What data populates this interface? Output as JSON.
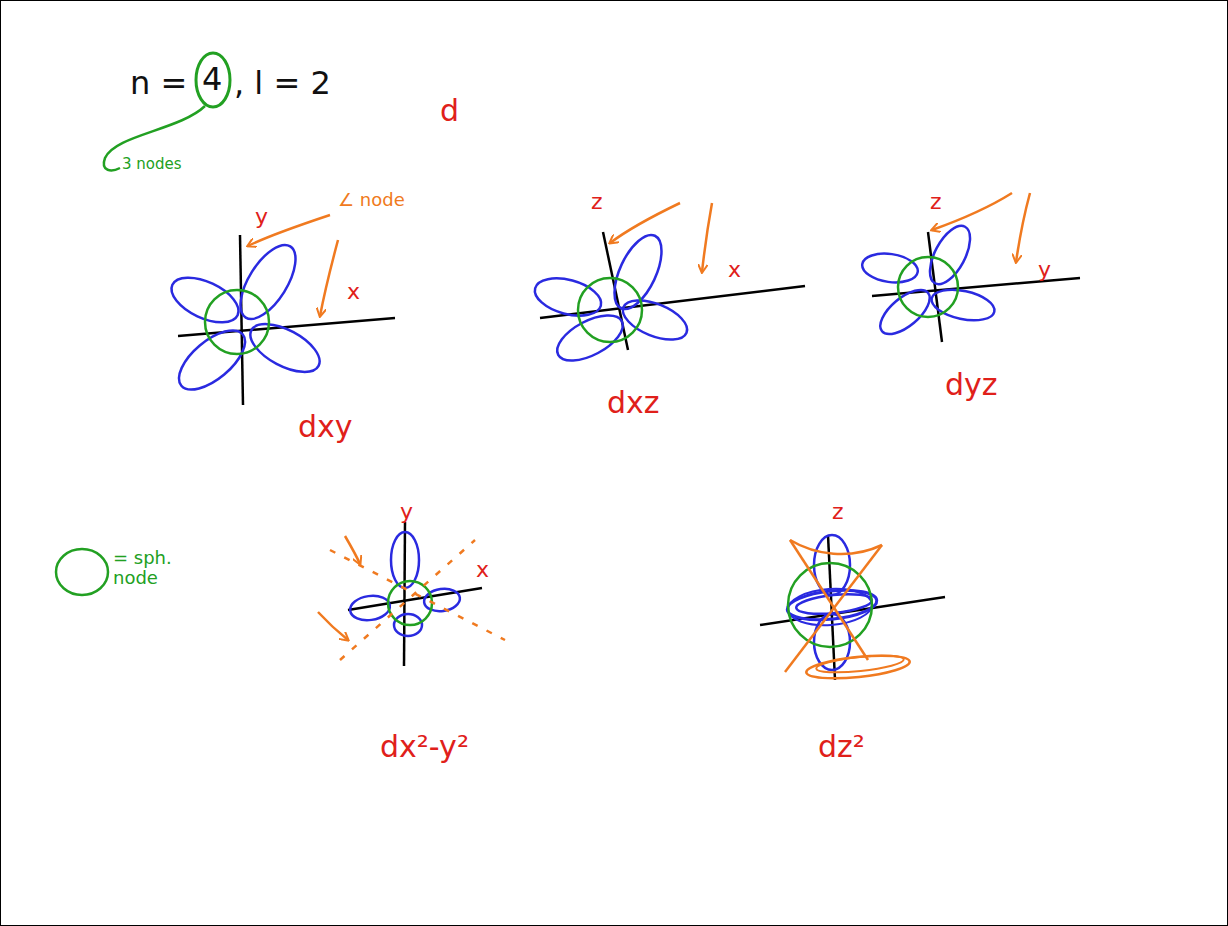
{
  "diagram": {
    "labels": [
      "n =",
      "4",
      ", l = 2",
      "d",
      "3 nodes",
      "∠ node",
      "y",
      "x",
      "dxy",
      "z",
      "x",
      "dxz",
      "z",
      "y",
      "dyz",
      "= sph. node",
      "y",
      "x",
      "dx²-y²",
      "z",
      "dz²"
    ]
  }
}
